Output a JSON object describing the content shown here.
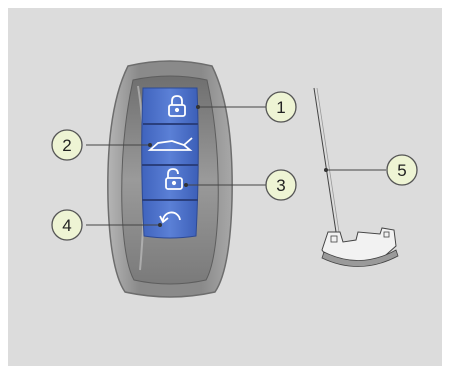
{
  "figure": {
    "background": "#dcdcdc",
    "key_body_color": "#8f8f8f",
    "button_color": "#4a6fc8",
    "callout_fill": "#eef4d4",
    "callout_stroke": "#555555"
  },
  "key_fob": {
    "buttons": [
      {
        "id": 1,
        "icon": "lock-icon"
      },
      {
        "id": 2,
        "icon": "trunk-icon"
      },
      {
        "id": 3,
        "icon": "unlock-icon"
      },
      {
        "id": 4,
        "icon": "remote-start-icon"
      }
    ]
  },
  "mechanical_key": {
    "id": 5,
    "icon": "mechanical-key-blade"
  },
  "callouts": [
    {
      "label": "1"
    },
    {
      "label": "2"
    },
    {
      "label": "3"
    },
    {
      "label": "4"
    },
    {
      "label": "5"
    }
  ]
}
